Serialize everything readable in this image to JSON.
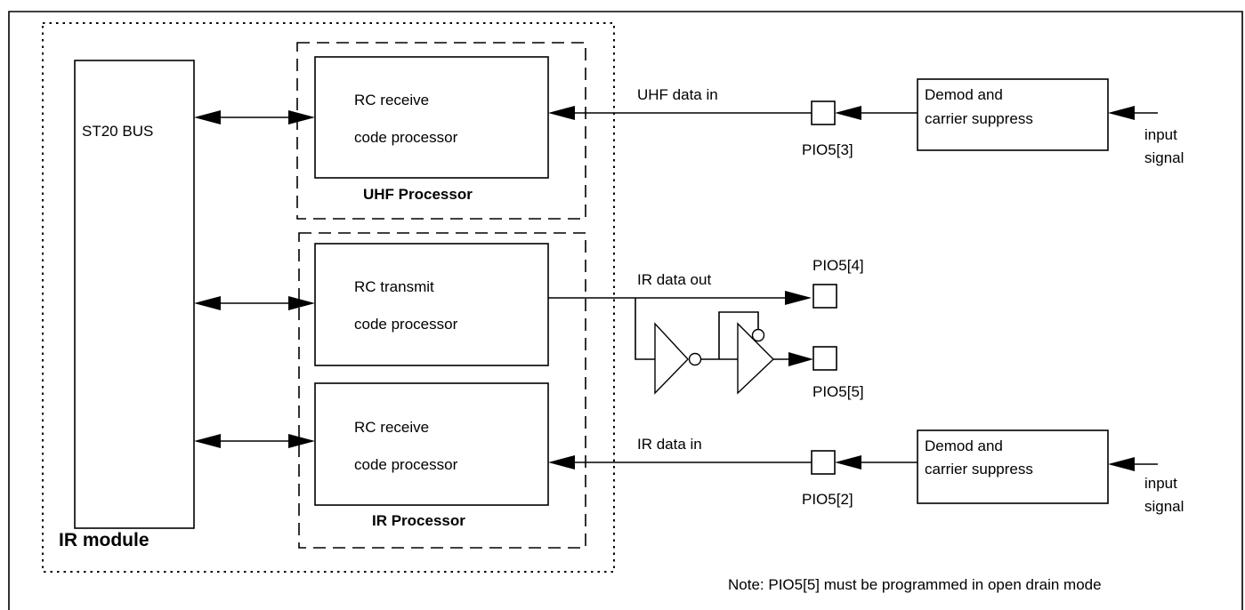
{
  "module": {
    "label": "IR module"
  },
  "bus": {
    "label": "ST20 BUS"
  },
  "uhf_processor": {
    "title": "UHF Processor",
    "receive_line1": "RC receive",
    "receive_line2": "code processor"
  },
  "ir_processor": {
    "title": "IR Processor",
    "transmit_line1": "RC transmit",
    "transmit_line2": "code processor",
    "receive_line1": "RC receive",
    "receive_line2": "code processor"
  },
  "signals": {
    "uhf_data_in": "UHF data in",
    "ir_data_out": "IR data out",
    "ir_data_in": "IR data in"
  },
  "pins": {
    "pio5_3": "PIO5[3]",
    "pio5_4": "PIO5[4]",
    "pio5_5": "PIO5[5]",
    "pio5_2": "PIO5[2]"
  },
  "demod_top": {
    "line1": "Demod and",
    "line2": "carrier suppress",
    "input1": "input",
    "input2": "signal"
  },
  "demod_bottom": {
    "line1": "Demod and",
    "line2": "carrier suppress",
    "input1": "input",
    "input2": "signal"
  },
  "note": "Note: PIO5[5] must be programmed in open drain mode"
}
